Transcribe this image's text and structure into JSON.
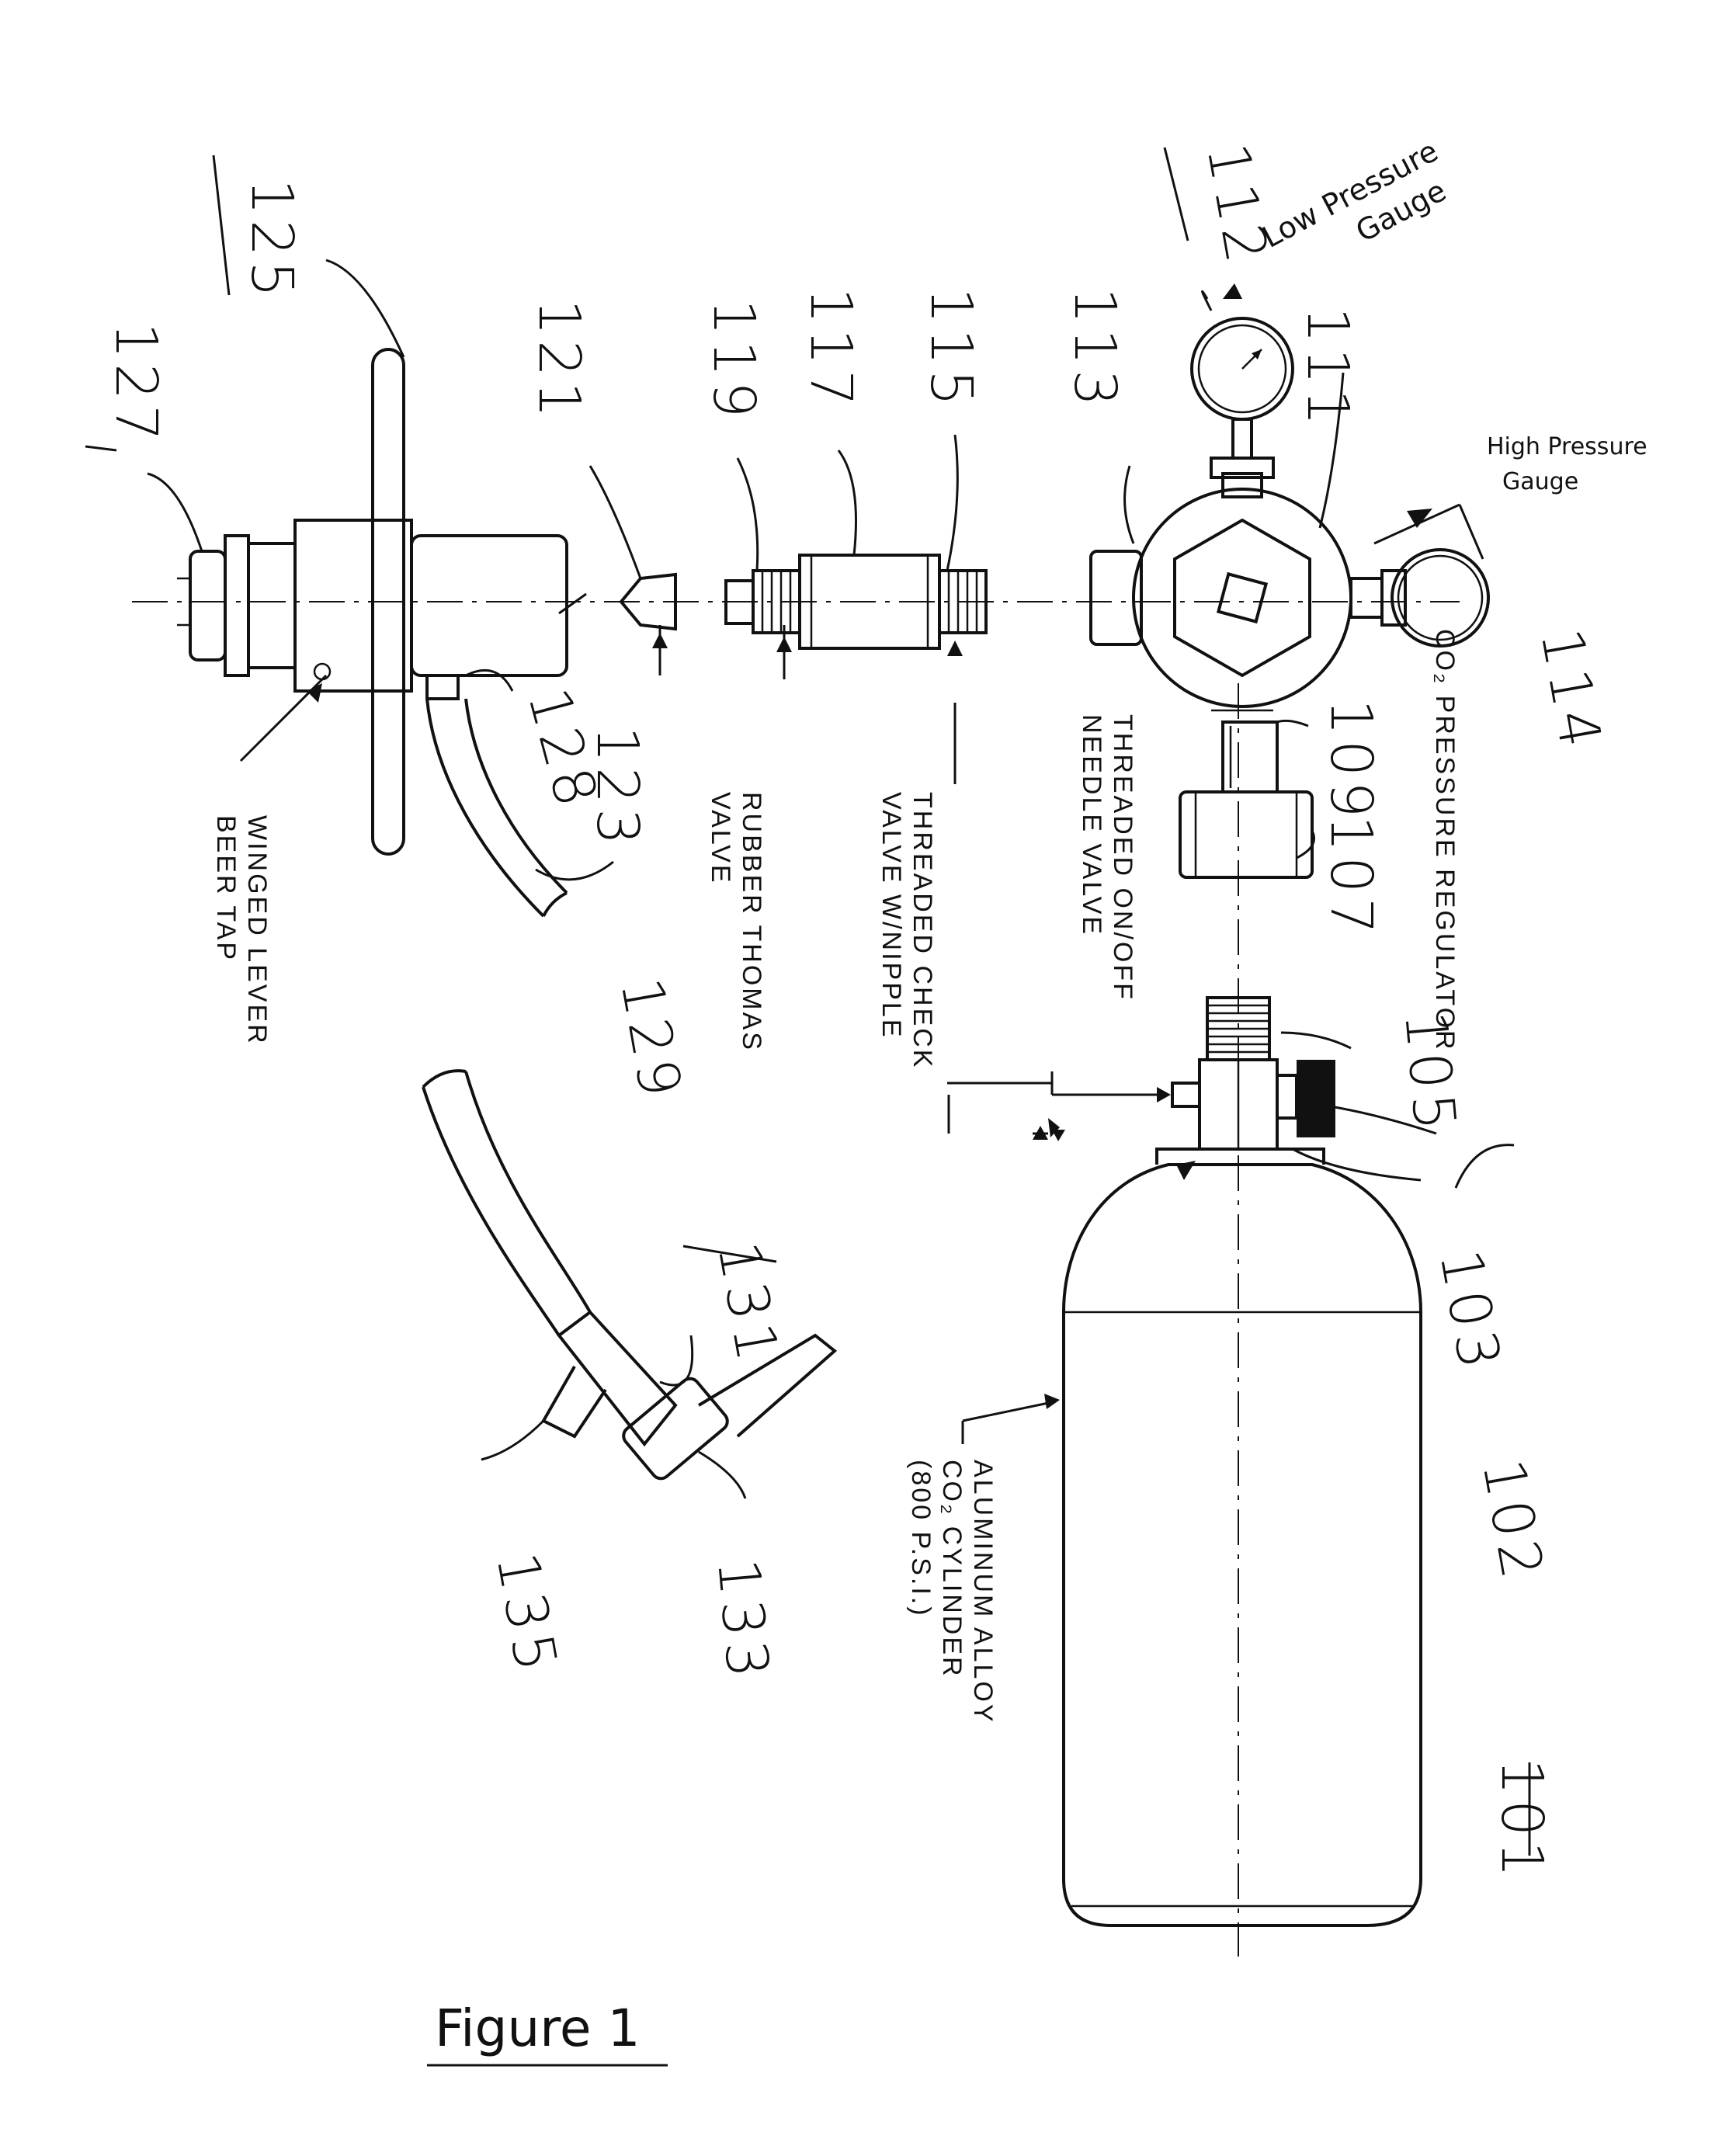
{
  "figure": {
    "caption": "Figure 1"
  },
  "handwritten_labels": {
    "low_pressure_gauge_line1": "Low Pressure",
    "low_pressure_gauge_line2": "Gauge",
    "high_pressure_gauge_line1": "High Pressure",
    "high_pressure_gauge_line2": "Gauge"
  },
  "part_labels": {
    "regulator": "CO₂ PRESSURE REGULATOR",
    "needle_valve_line1": "THREADED ON/OFF",
    "needle_valve_line2": "NEEDLE VALVE",
    "check_valve_line1": "THREADED CHECK",
    "check_valve_line2": "VALVE W/NIPPLE",
    "thomas_valve_line1": "RUBBER THOMAS",
    "thomas_valve_line2": "VALVE",
    "beer_tap_line1": "WINGED LEVER",
    "beer_tap_line2": "BEER TAP",
    "cylinder_line1": "ALUMINUM ALLOY",
    "cylinder_line2": "CO₂ CYLINDER",
    "cylinder_line3": "(800 P.S.I.)"
  },
  "reference_numerals": {
    "r101": "101",
    "r102": "102",
    "r103": "103",
    "r105": "105",
    "r107": "107",
    "r109": "109",
    "r111": "111",
    "r112": "112",
    "r113": "113",
    "r114": "114",
    "r115": "115",
    "r117": "117",
    "r119": "119",
    "r121": "121",
    "r123": "123",
    "r125": "125",
    "r127": "127",
    "r128": "128",
    "r129": "129",
    "r131": "131",
    "r133": "133",
    "r135": "135"
  }
}
